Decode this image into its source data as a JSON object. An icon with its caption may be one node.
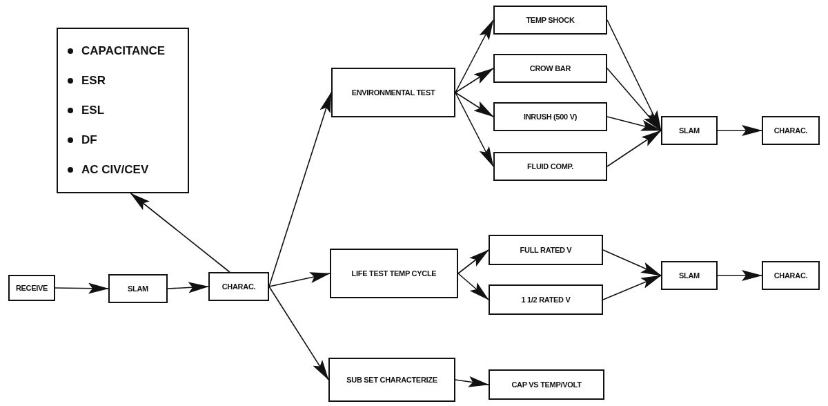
{
  "diagram": {
    "nodes": [
      {
        "text": [
          "RECEIVE"
        ]
      },
      {
        "text": [
          "SLAM"
        ]
      },
      {
        "text": [
          "CHARAC."
        ]
      },
      {
        "text": [
          "CAPACITANCE",
          "ESR",
          "ESL",
          "DF",
          "AC CIV/CEV"
        ]
      },
      {
        "text": [
          "ENVIRONMENTAL TEST"
        ]
      },
      {
        "text": [
          "LIFE TEST TEMP CYCLE"
        ]
      },
      {
        "text": [
          "SUB SET CHARACTERIZE"
        ]
      },
      {
        "text": [
          "TEMP SHOCK"
        ]
      },
      {
        "text": [
          "CROW BAR"
        ]
      },
      {
        "text": [
          "INRUSH (500 V)"
        ]
      },
      {
        "text": [
          "FLUID COMP."
        ]
      },
      {
        "text": [
          "SLAM"
        ]
      },
      {
        "text": [
          "CHARAC."
        ]
      },
      {
        "text": [
          "FULL RATED V"
        ]
      },
      {
        "text": [
          "1 1/2 RATED V"
        ]
      },
      {
        "text": [
          "SLAM"
        ]
      },
      {
        "text": [
          "CHARAC."
        ]
      },
      {
        "text": [
          "CAP VS TEMP/VOLT"
        ]
      }
    ],
    "edges": [
      {
        "from": 0,
        "to": 1,
        "arrow": "to"
      },
      {
        "from": 1,
        "to": 2,
        "arrow": "to"
      },
      {
        "from": 2,
        "to": 3,
        "arrow": "to"
      },
      {
        "from": 2,
        "to": 4,
        "arrow": "to"
      },
      {
        "from": 2,
        "to": 5,
        "arrow": "to"
      },
      {
        "from": 2,
        "to": 6,
        "arrow": "to"
      },
      {
        "from": 4,
        "to": 7,
        "arrow": "to"
      },
      {
        "from": 4,
        "to": 8,
        "arrow": "to"
      },
      {
        "from": 4,
        "to": 9,
        "arrow": "to"
      },
      {
        "from": 4,
        "to": 10,
        "arrow": "to"
      },
      {
        "from": 7,
        "to": 11,
        "arrow": "to"
      },
      {
        "from": 8,
        "to": 11,
        "arrow": "to"
      },
      {
        "from": 9,
        "to": 11,
        "arrow": "to"
      },
      {
        "from": 10,
        "to": 11,
        "arrow": "to"
      },
      {
        "from": 11,
        "to": 12,
        "arrow": "to"
      },
      {
        "from": 5,
        "to": 13,
        "arrow": "to"
      },
      {
        "from": 5,
        "to": 14,
        "arrow": "to"
      },
      {
        "from": 13,
        "to": 15,
        "arrow": "to"
      },
      {
        "from": 14,
        "to": 15,
        "arrow": "to"
      },
      {
        "from": 15,
        "to": 16,
        "arrow": "to"
      },
      {
        "from": 6,
        "to": 17,
        "arrow": "to"
      }
    ]
  }
}
